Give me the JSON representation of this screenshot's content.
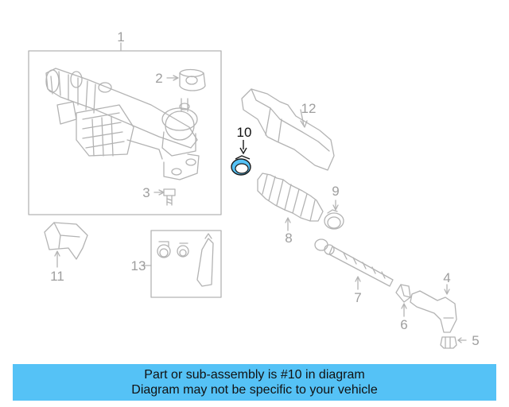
{
  "colors": {
    "line_gray": "#b3b3b3",
    "text_gray": "#9e9e9e",
    "highlight_fill": "#55c2f6",
    "highlight_stroke": "#1a1a1a",
    "banner_bg": "#55c2f6"
  },
  "callouts": {
    "c1": "1",
    "c2": "2",
    "c3": "3",
    "c4": "4",
    "c5": "5",
    "c6": "6",
    "c7": "7",
    "c8": "8",
    "c9": "9",
    "c10": "10",
    "c11": "11",
    "c12": "12",
    "c13": "13"
  },
  "highlighted_part": "10",
  "banner": {
    "line1": "Part or sub-assembly is #10 in diagram",
    "line2": "Diagram may not be specific to your vehicle"
  }
}
